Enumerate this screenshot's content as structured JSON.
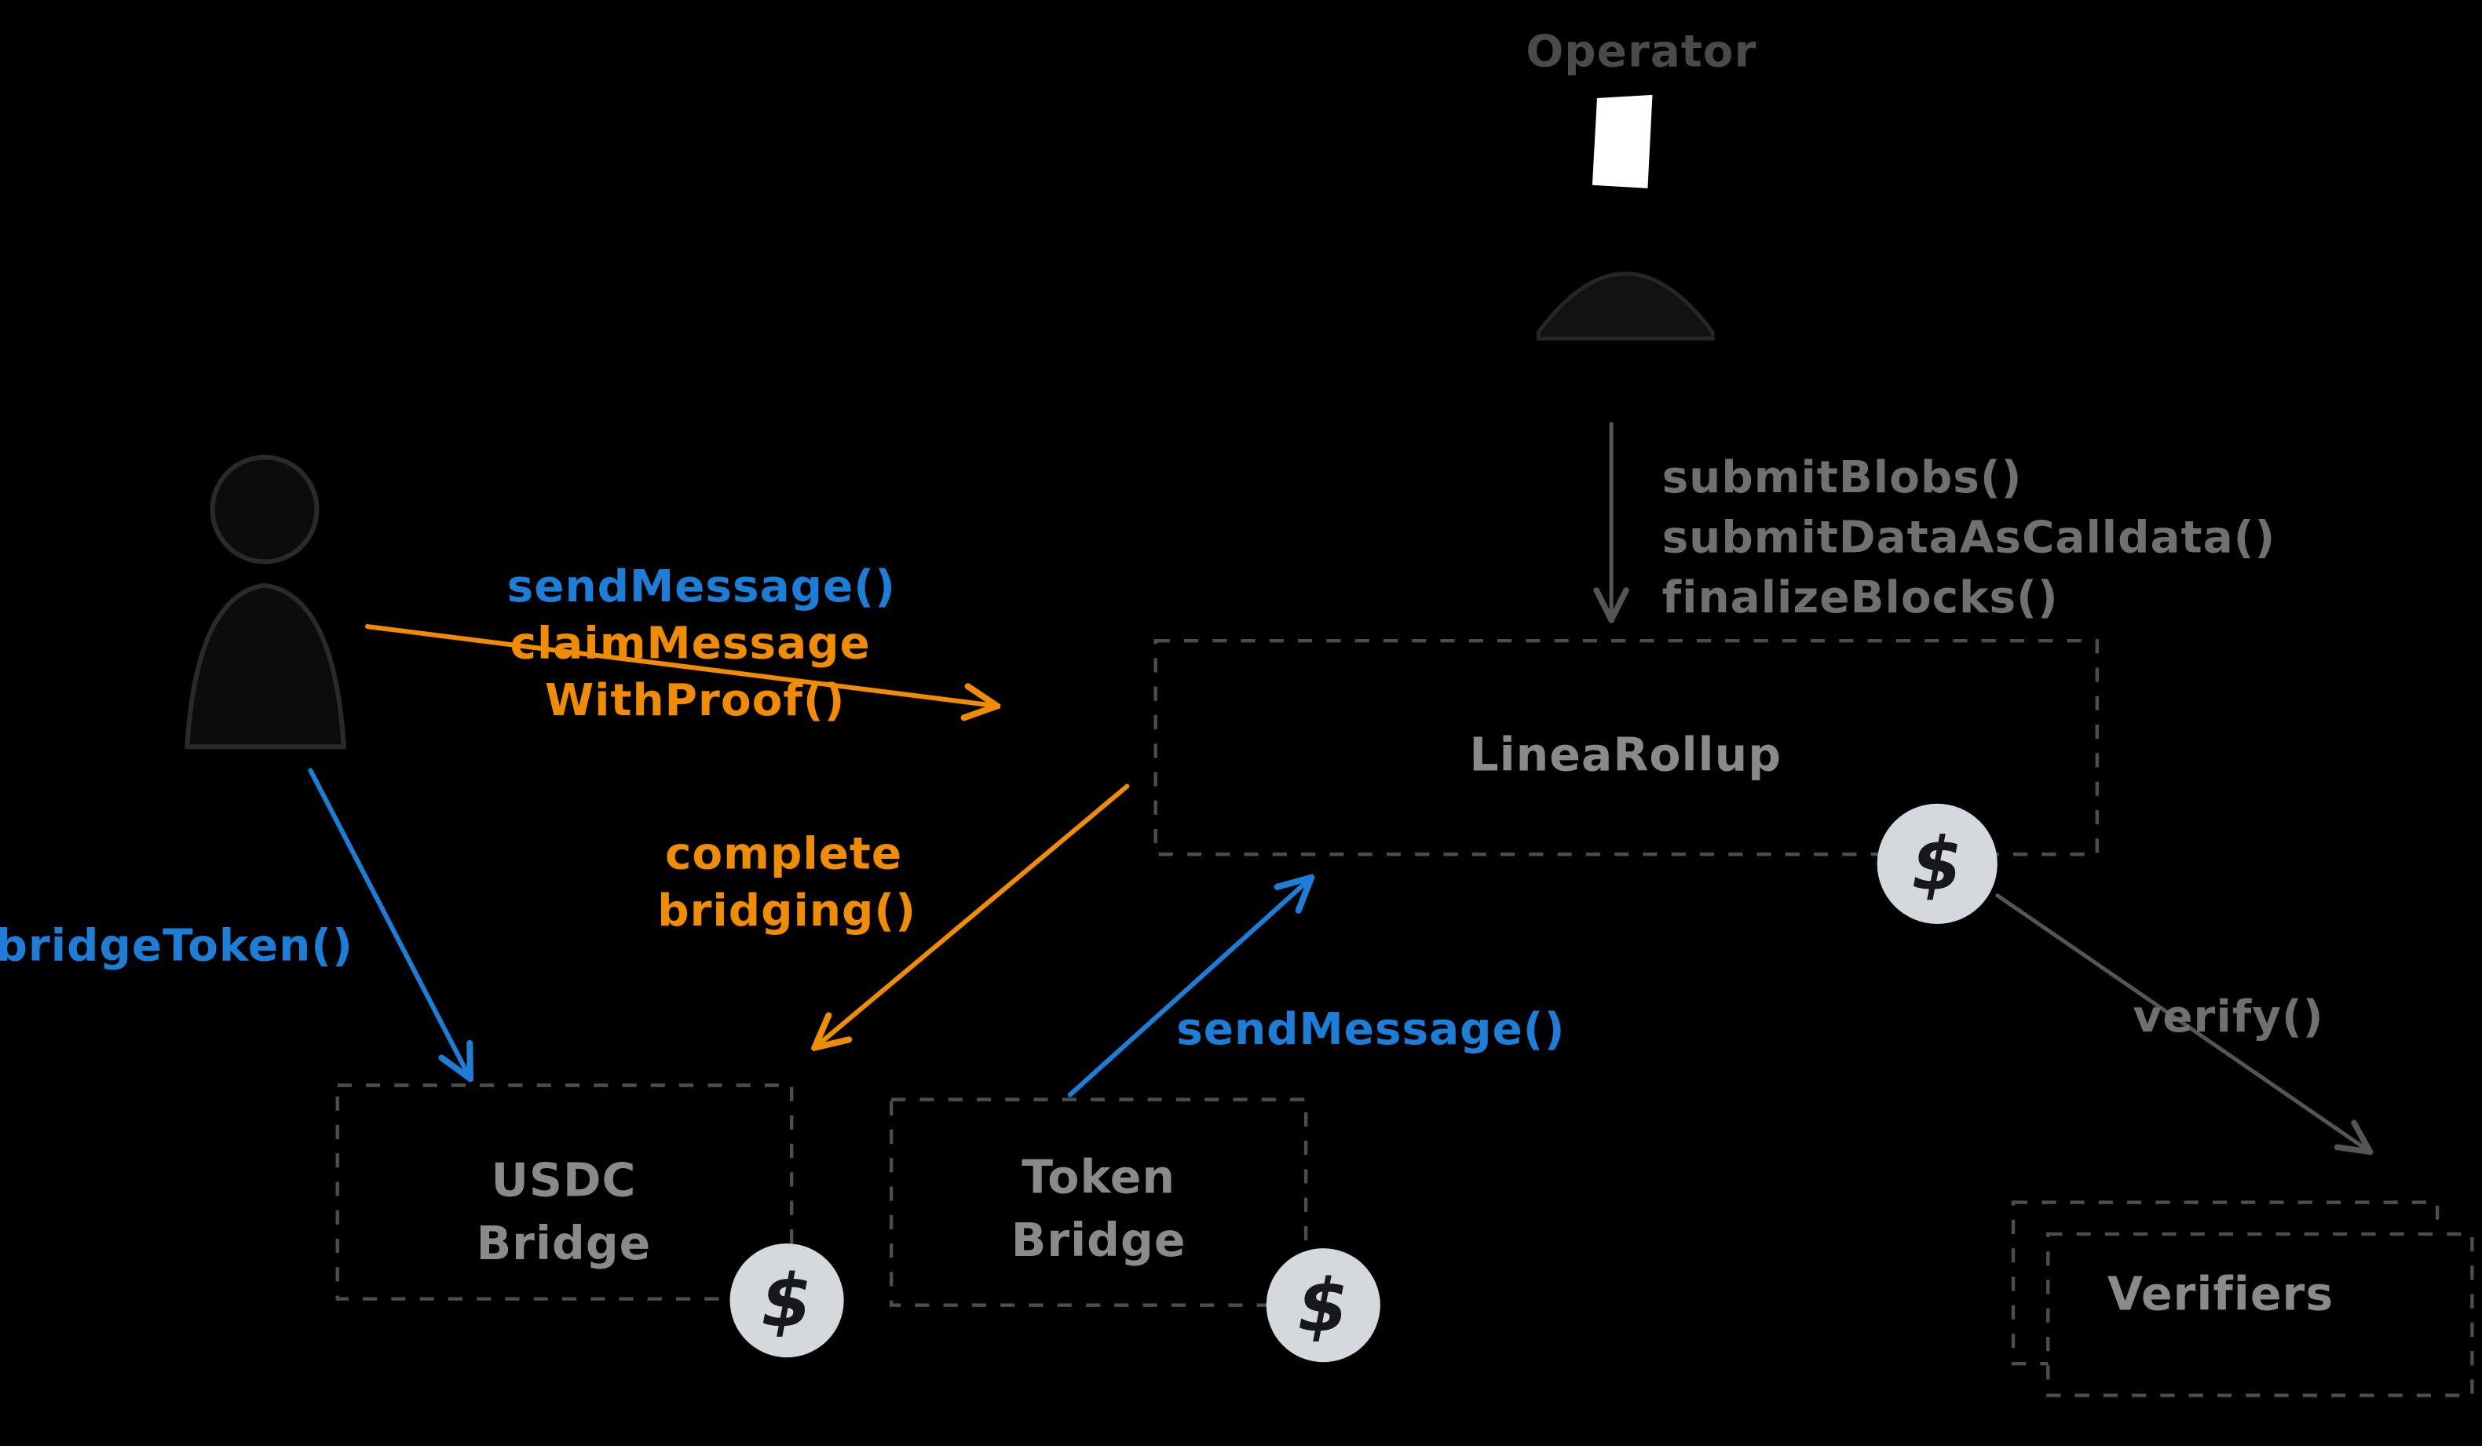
{
  "colors": {
    "background": "#000000",
    "blue": "#1c7ed6",
    "orange": "#f08c00",
    "gray_arrow": "#555555",
    "box_stroke": "#4d4d4d",
    "box_label": "#8a8a8a",
    "call_label": "#707070",
    "muted_label": "#4a4a4a",
    "coin_fill": "#d5d8dd",
    "coin_symbol_color": "#16181d",
    "icon_white": "#ffffff",
    "icon_faint": "#2a2a2a"
  },
  "nodes": {
    "operator": {
      "label": "Operator"
    },
    "linea_rollup": {
      "label": "LineaRollup"
    },
    "usdc_bridge": {
      "lines": [
        "USDC",
        "Bridge"
      ]
    },
    "token_bridge": {
      "lines": [
        "Token",
        "Bridge"
      ]
    },
    "verifiers": {
      "label": "Verifiers"
    }
  },
  "edges": {
    "operator_calls": {
      "lines": [
        "submitBlobs()",
        "submitDataAsCalldata()",
        "finalizeBlocks()"
      ]
    },
    "send_message_user": {
      "label": "sendMessage()"
    },
    "claim_message": {
      "lines": [
        "claimMessage",
        "WithProof()"
      ]
    },
    "bridge_token": {
      "label": "bridgeToken()"
    },
    "complete_bridging": {
      "lines": [
        "complete",
        "bridging()"
      ]
    },
    "send_message_token": {
      "label": "sendMessage()"
    },
    "verify": {
      "label": "verify()"
    }
  },
  "coin": {
    "symbol": "$"
  }
}
